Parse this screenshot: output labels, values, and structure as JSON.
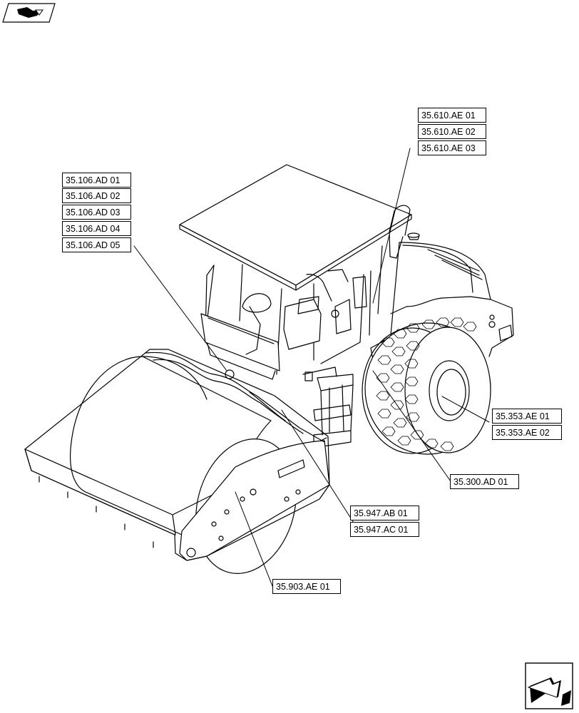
{
  "diagram": {
    "subject": "compactor-roller",
    "callout_groups": [
      {
        "id": "cab-frame",
        "labels": [
          "35.106.AD 01",
          "35.106.AD 02",
          "35.106.AD 03",
          "35.106.AD 04",
          "35.106.AD 05"
        ]
      },
      {
        "id": "engine-hood",
        "labels": [
          "35.610.AE 01",
          "35.610.AE 02",
          "35.610.AE 03"
        ]
      },
      {
        "id": "rear-wheel",
        "labels": [
          "35.353.AE 01",
          "35.353.AE 02"
        ]
      },
      {
        "id": "chassis",
        "labels": [
          "35.300.AD 01"
        ]
      },
      {
        "id": "drum-hoses",
        "labels": [
          "35.947.AB 01",
          "35.947.AC 01"
        ]
      },
      {
        "id": "drum",
        "labels": [
          "35.903.AE 01"
        ]
      }
    ]
  },
  "icons": {
    "top_left": "book-arrow-icon",
    "bottom_right": "next-page-arrow-icon"
  },
  "colors": {
    "line": "#000000",
    "background": "#ffffff"
  }
}
